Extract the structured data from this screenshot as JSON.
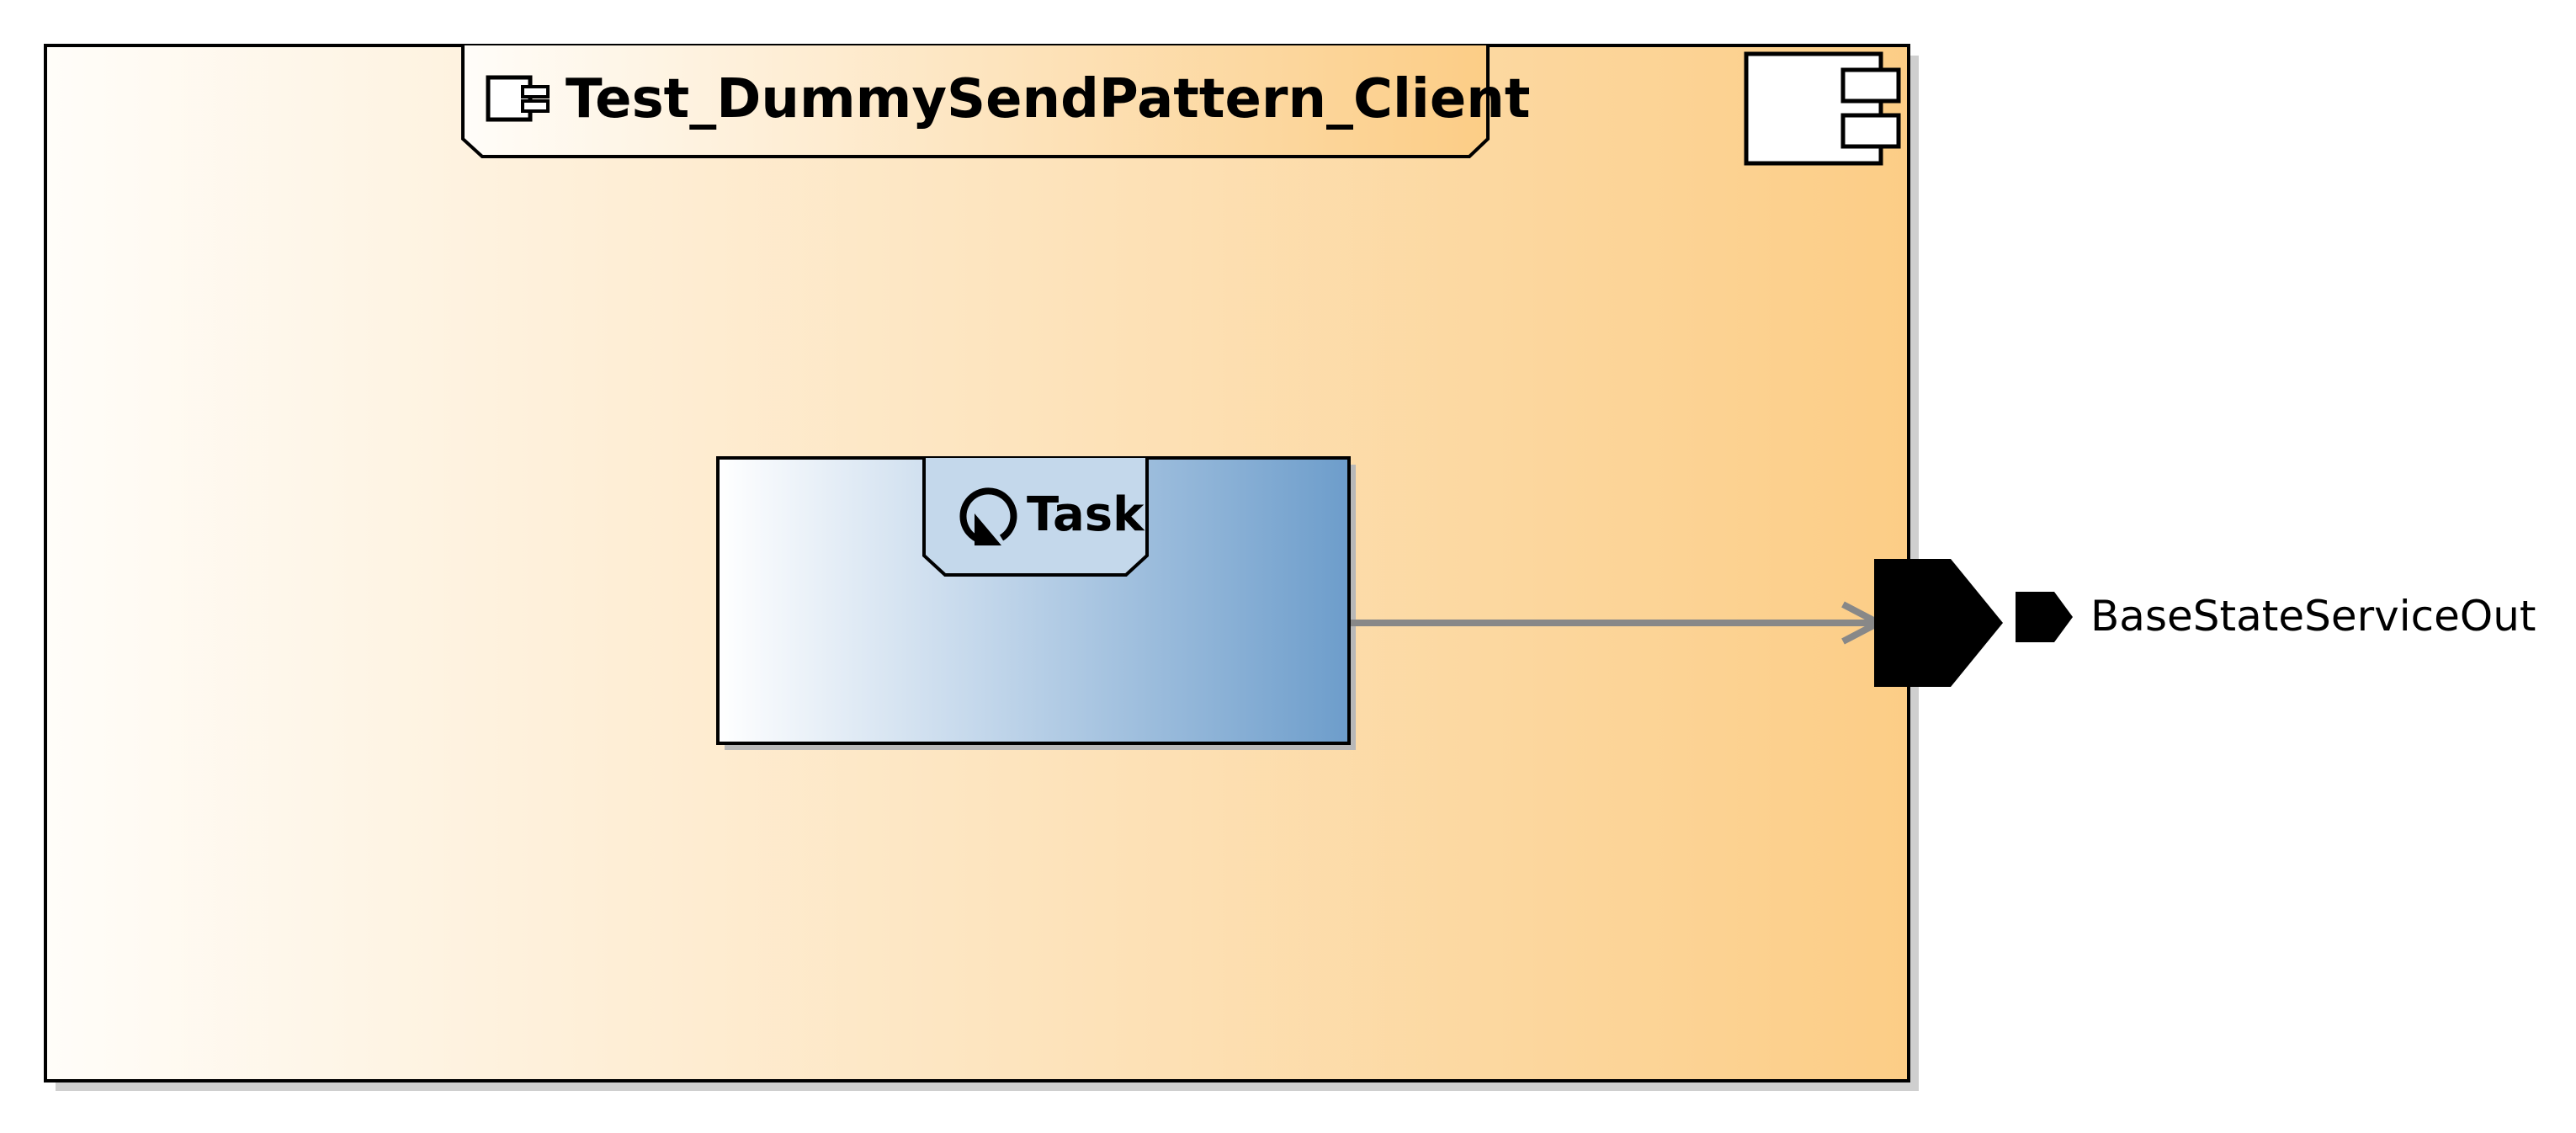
{
  "diagram": {
    "component": {
      "name": "Test_DummySendPattern_Client",
      "icon": "component-icon",
      "corner_icon": "component-corner-icon",
      "fill_start": "#fffdf9",
      "fill_end": "#fccd86"
    },
    "task": {
      "name": "Task",
      "icon": "cycle-icon",
      "fill_start": "#ffffff",
      "fill_end": "#6d9dcb"
    },
    "connection": {
      "color": "#888888"
    },
    "port": {
      "name": "BaseStateServiceOut",
      "icon": "port-out-icon",
      "color": "#000000"
    }
  }
}
